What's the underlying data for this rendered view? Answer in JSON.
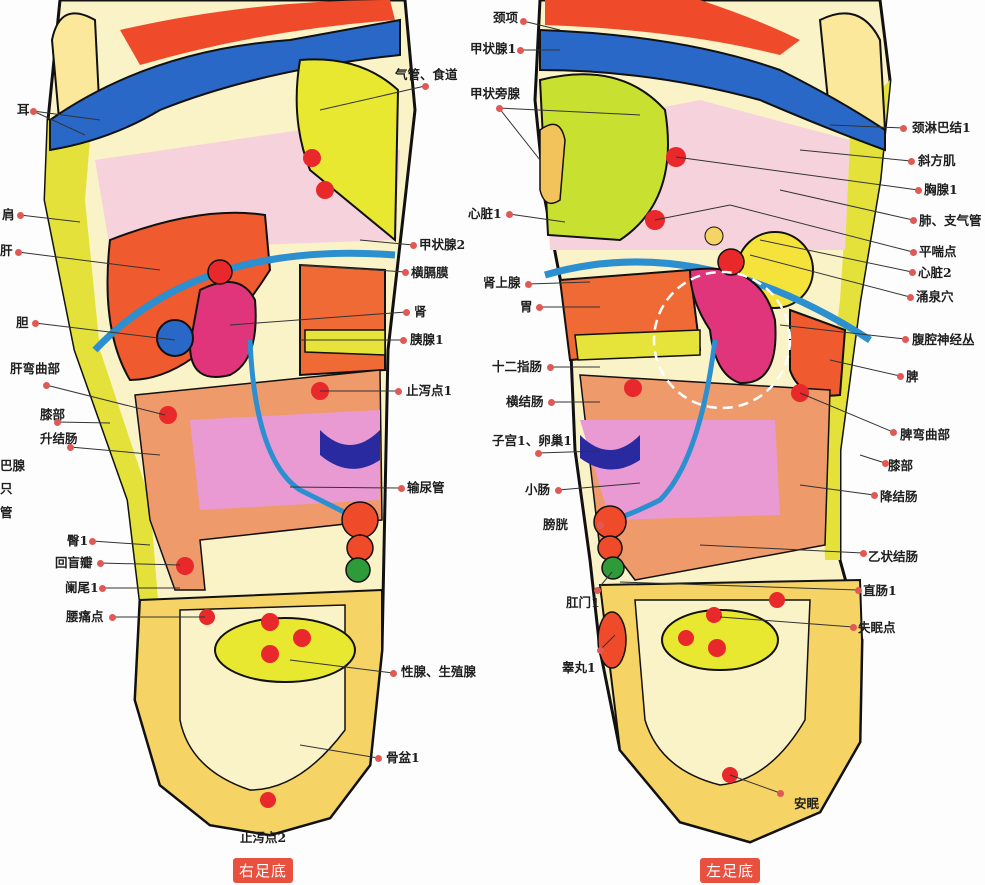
{
  "right_foot": {
    "title": "右足底",
    "labels": [
      "耳",
      "肩",
      "肝",
      "胆",
      "肝弯曲部",
      "膝部",
      "升结肠",
      "臀1",
      "回盲瓣",
      "阑尾1",
      "腰痛点",
      "气管、食道",
      "甲状腺2",
      "横膈膜",
      "肾",
      "胰腺1",
      "止泻点1",
      "输尿管",
      "性腺、生殖腺",
      "骨盆1",
      "止泻点2"
    ],
    "cut_off_labels": [
      "巴腺",
      "只",
      "管"
    ]
  },
  "left_foot": {
    "title": "左足底",
    "labels": [
      "颈项",
      "甲状腺1",
      "甲状旁腺",
      "心脏1",
      "肾上腺",
      "胃",
      "十二指肠",
      "横结肠",
      "子宫1、卵巢1",
      "小肠",
      "膀胱",
      "肛门1",
      "睾丸1",
      "安眠",
      "颈淋巴结1",
      "斜方肌",
      "胸腺1",
      "肺、支气管",
      "平喘点",
      "心脏2",
      "涌泉穴",
      "腹腔神经丛",
      "脾",
      "脾弯曲部",
      "膝部",
      "降结肠",
      "乙状结肠",
      "直肠1",
      "失眠点"
    ]
  },
  "colors": {
    "dot": "#e05a55",
    "badge": "#e8503f",
    "yellow": "#e4e23a",
    "cream": "#fbf3c8",
    "pink": "#f6d3dc",
    "orange": "#ef5a2f",
    "kidney": "#e0357a",
    "blue": "#2b8fd0",
    "heel": "#f5d364"
  }
}
